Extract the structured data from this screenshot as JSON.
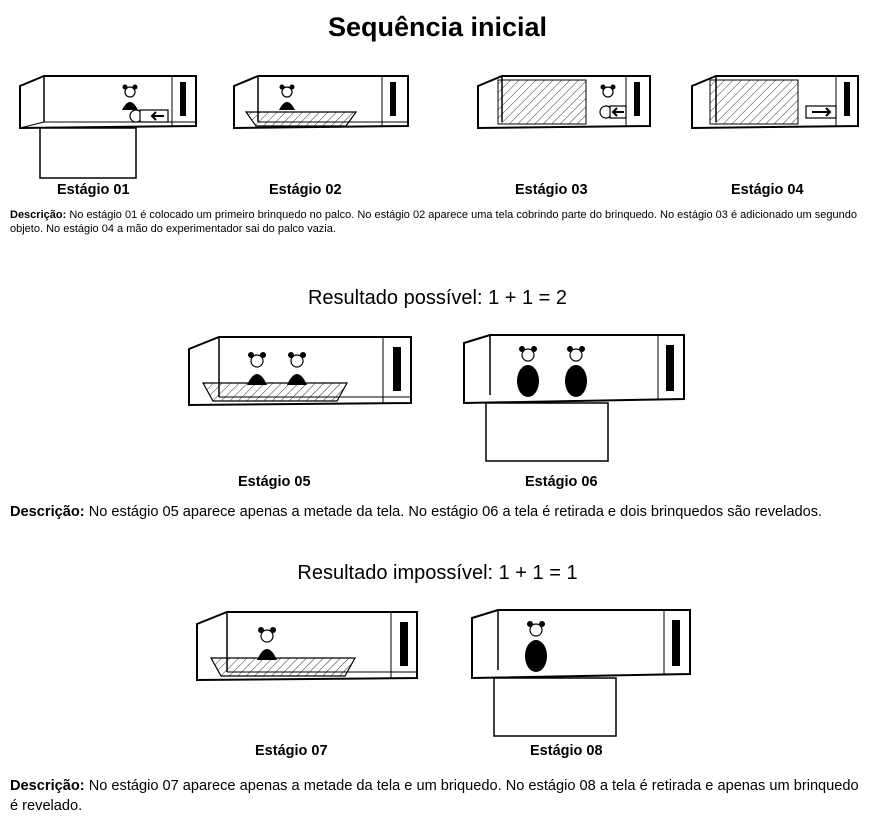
{
  "page_title": "Sequência inicial",
  "stages": [
    {
      "label": "Estágio 01"
    },
    {
      "label": "Estágio 02"
    },
    {
      "label": "Estágio 03"
    },
    {
      "label": "Estágio 04"
    },
    {
      "label": "Estágio 05"
    },
    {
      "label": "Estágio 06"
    },
    {
      "label": "Estágio 07"
    },
    {
      "label": "Estágio 08"
    }
  ],
  "descriptions": [
    {
      "lead": "Descrição:",
      "text": " No estágio 01 é colocado um primeiro brinquedo no palco. No estágio 02 aparece uma tela cobrindo parte do brinquedo. No estágio 03 é adicionado um segundo objeto. No estágio 04 a mão do experimentador sai do palco vazia."
    },
    {
      "lead": "Descrição:",
      "text": " No estágio 05 aparece apenas a metade da tela. No estágio 06 a tela é retirada e dois brinquedos são revelados."
    },
    {
      "lead": "Descrição:",
      "text": " No estágio 07 aparece apenas a metade da tela e um briquedo. No estágio 08 a tela é retirada e apenas um brinquedo é revelado."
    }
  ],
  "results": [
    {
      "text": "Resultado possível: 1 + 1 = 2"
    },
    {
      "text": "Resultado impossível: 1 + 1 = 1"
    }
  ]
}
